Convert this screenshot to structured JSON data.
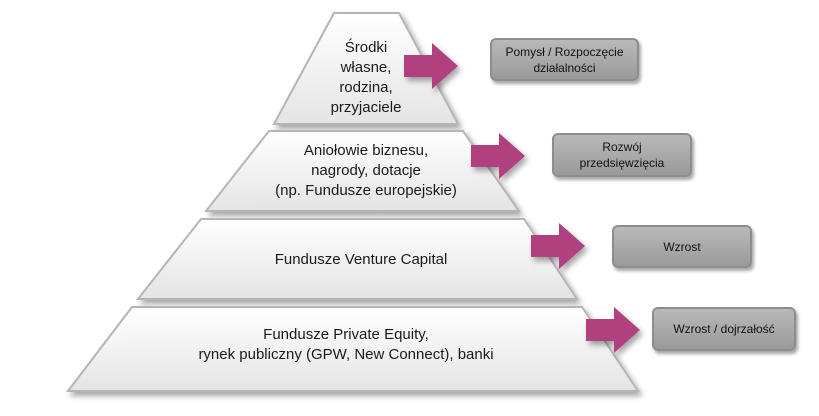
{
  "pyramid": {
    "tiers": [
      {
        "lines": [
          "Środki",
          "własne,",
          "rodzina,",
          "przyjaciele"
        ]
      },
      {
        "lines": [
          "Aniołowie biznesu,",
          "nagrody, dotacje",
          "(np. Fundusze europejskie)"
        ]
      },
      {
        "lines": [
          "Fundusze Venture Capital"
        ]
      },
      {
        "lines": [
          "Fundusze Private Equity,",
          "rynek publiczny (GPW, New Connect), banki"
        ]
      }
    ]
  },
  "stages": [
    {
      "lines": [
        "Pomysł / Rozpoczęcie",
        "działalności"
      ]
    },
    {
      "lines": [
        "Rozwój",
        "przedsięwzięcia"
      ]
    },
    {
      "lines": [
        "Wzrost"
      ]
    },
    {
      "lines": [
        "Wzrost / dojrzałość"
      ]
    }
  ],
  "colors": {
    "arrow": "#b0407e",
    "tier_fill": "#f2f2f2",
    "tier_border": "#b5b5b5",
    "box_fill": "#a8a8a8"
  }
}
